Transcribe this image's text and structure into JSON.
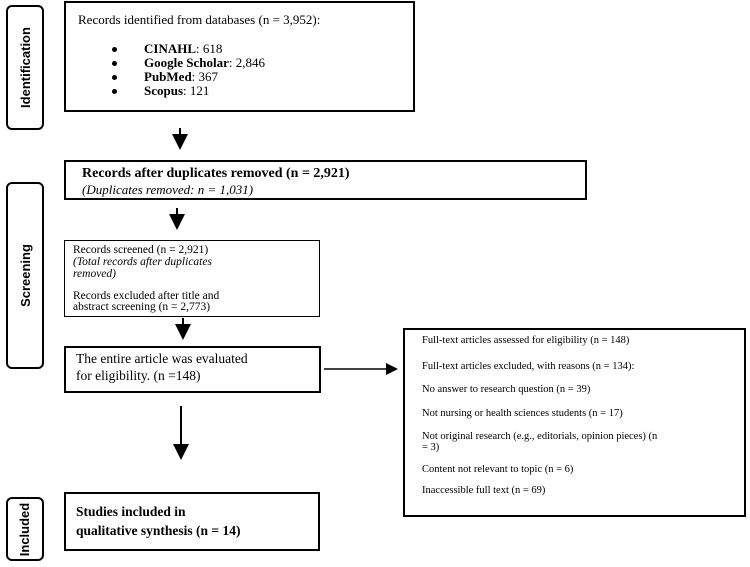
{
  "stages": {
    "identification": "Identification",
    "screening": "Screening",
    "included": "Included"
  },
  "identified": {
    "title": "Records identified from databases (n = 3,952):",
    "databases": [
      {
        "name": "CINAHL",
        "count": ": 618"
      },
      {
        "name": "Google Scholar",
        "count": ": 2,846"
      },
      {
        "name": "PubMed",
        "count": ": 367"
      },
      {
        "name": "Scopus",
        "count": ": 121"
      }
    ]
  },
  "duplicates": {
    "title": "Records after duplicates removed (n = 2,921)",
    "note": "(Duplicates removed: n = 1,031)"
  },
  "screened": {
    "line1": "Records screened (n = 2,921)",
    "note_line1": "(Total records after duplicates",
    "note_line2": "removed)",
    "excluded_line1": "Records excluded after title and",
    "excluded_line2": "abstract screening (n = 2,773)"
  },
  "evaluated": {
    "line1": "The entire article was evaluated",
    "line2": "for eligibility. (n =148)"
  },
  "fulltext": {
    "assessed": "Full-text articles assessed for eligibility (n = 148)",
    "excluded": "Full-text articles excluded, with reasons (n = 134):",
    "reason1": "No answer to research question (n = 39)",
    "reason2": "Not nursing or health sciences students (n = 17)",
    "reason3_line1": "Not original research (e.g., editorials, opinion pieces) (n",
    "reason3_line2": "= 3)",
    "reason4": "Content not relevant to topic (n = 6)",
    "reason5": "Inaccessible full text (n = 69)"
  },
  "included": {
    "line1": "Studies included in",
    "line2": "qualitative synthesis (n = 14)"
  }
}
